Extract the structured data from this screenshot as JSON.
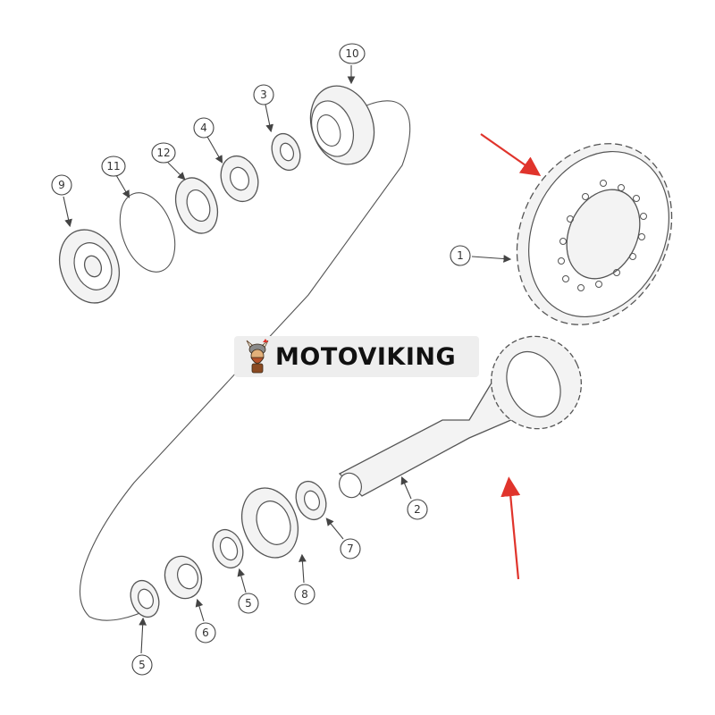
{
  "brand": {
    "name": "MOTOVIKING",
    "mascot": "viking-mascot-icon"
  },
  "diagram": {
    "type": "exploded-parts-view",
    "callouts": [
      {
        "id": "c1",
        "label": "1"
      },
      {
        "id": "c2",
        "label": "2"
      },
      {
        "id": "c3",
        "label": "3"
      },
      {
        "id": "c4",
        "label": "4"
      },
      {
        "id": "c5a",
        "label": "5"
      },
      {
        "id": "c5b",
        "label": "5"
      },
      {
        "id": "c6",
        "label": "6"
      },
      {
        "id": "c7",
        "label": "7"
      },
      {
        "id": "c8",
        "label": "8"
      },
      {
        "id": "c9",
        "label": "9"
      },
      {
        "id": "c10",
        "label": "10"
      },
      {
        "id": "c11",
        "label": "11"
      },
      {
        "id": "c12",
        "label": "12"
      }
    ],
    "highlight_color": "#e0342c"
  }
}
